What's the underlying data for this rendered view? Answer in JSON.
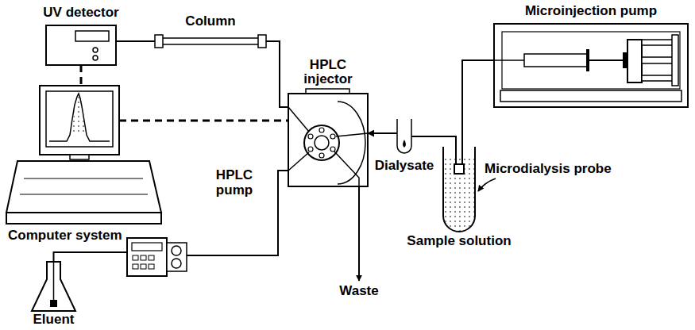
{
  "diagram": {
    "nodes": [
      {
        "text": [
          "UV detector"
        ]
      },
      {
        "text": [
          "Column"
        ]
      },
      {
        "text": [
          "Computer system"
        ]
      },
      {
        "text": [
          "HPLC injector"
        ]
      },
      {
        "text": [
          "HPLC pump"
        ]
      },
      {
        "text": [
          "Eluent"
        ]
      },
      {
        "text": [
          "Dialysate"
        ]
      },
      {
        "text": [
          "Microinjection pump"
        ]
      },
      {
        "text": [
          "Sample solution"
        ]
      },
      {
        "text": [
          "Microdialysis probe"
        ],
        "in": 8
      }
    ],
    "edges": [
      {
        "from": 0,
        "to": 1,
        "arrow": "none"
      },
      {
        "from": 1,
        "to": 3,
        "arrow": "none"
      },
      {
        "from": 0,
        "to": 2,
        "arrow": "none"
      },
      {
        "from": 2,
        "to": 3,
        "arrow": "none"
      },
      {
        "from": 5,
        "to": 4,
        "arrow": "none"
      },
      {
        "from": 4,
        "to": 3,
        "arrow": "none"
      },
      {
        "from": 6,
        "to": 3,
        "arrow": "to"
      },
      {
        "from": 7,
        "to": 9,
        "arrow": "none"
      },
      {
        "from": 9,
        "to": 6,
        "arrow": "none"
      }
    ],
    "labels": [
      "Waste"
    ]
  }
}
